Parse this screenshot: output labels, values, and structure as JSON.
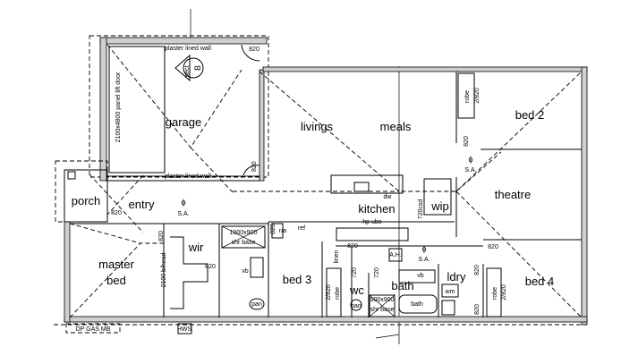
{
  "plan": {
    "garage": {
      "label": "garage",
      "wall_top": "plaster lined wall",
      "wall_bottom": "plaster lined wall",
      "door_label": "2100x4800 panel lift door",
      "door_top": "820",
      "door_bottom": "820",
      "sect": "sect",
      "sect_id": "B"
    },
    "porch": {
      "label": "porch"
    },
    "entry": {
      "label": "entry",
      "door": "820",
      "sa": "S.A."
    },
    "livings": {
      "label": "livings"
    },
    "meals": {
      "label": "meals"
    },
    "bed2": {
      "label": "bed 2",
      "robe": "robe",
      "robe_door": "2/820",
      "door": "820",
      "sa": "S.A."
    },
    "theatre": {
      "label": "theatre"
    },
    "kitchen": {
      "label": "kitchen",
      "dw": "dw",
      "hp_ubo": "hp ubo",
      "csd": "720csd",
      "ra": "r/a",
      "ref": "ref"
    },
    "wip": {
      "label": "wip"
    },
    "master": {
      "label_line1": "master",
      "label_line2": "bed",
      "bedhead": "2100 b/head",
      "door": "820"
    },
    "wir": {
      "label": "wir",
      "door": "820"
    },
    "ensuite": {
      "shower": "1000x900",
      "shower_base": "shr base",
      "vb": "vb",
      "pan": "pan"
    },
    "bed3": {
      "label": "bed 3",
      "door": "820",
      "robe": "robe",
      "robe_door": "2/820"
    },
    "linen": {
      "label": "linen",
      "door": "820"
    },
    "wc": {
      "label": "wc",
      "door": "720",
      "pan": "pan"
    },
    "bath": {
      "label": "bath",
      "door": "720",
      "vb": "vb",
      "tub": "bath",
      "shower": "900x900",
      "shower_base": "shr base"
    },
    "ldry": {
      "label": "ldry",
      "wm": "wm",
      "door": "820",
      "door2": "820"
    },
    "hall": {
      "ah": "A.H.",
      "sa": "S.A."
    },
    "bed4": {
      "label": "bed 4",
      "door": "820",
      "robe": "robe",
      "robe_door": "2/820"
    },
    "services": {
      "meter": "DP GAS  MB",
      "hws": "HWS"
    },
    "sa_symbol": "ϕ"
  }
}
